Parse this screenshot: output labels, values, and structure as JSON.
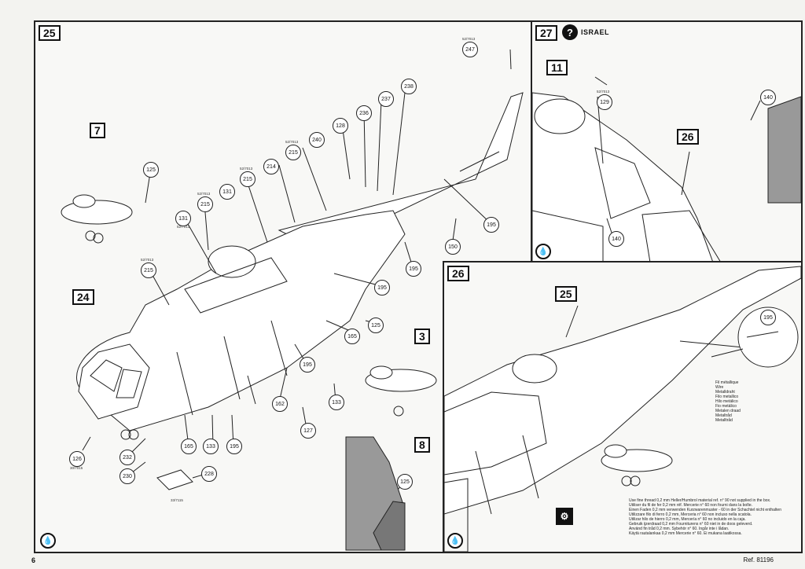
{
  "page": {
    "number": "6",
    "reference": "Ref. 81196"
  },
  "panels": {
    "p25": {
      "label": "25",
      "callouts": [
        "247",
        "238",
        "237",
        "236",
        "128",
        "240",
        "215",
        "214",
        "215",
        "131",
        "215",
        "131",
        "125",
        "215",
        "195",
        "150",
        "195",
        "195",
        "125",
        "165",
        "195",
        "162",
        "127",
        "133",
        "195",
        "133",
        "165",
        "230",
        "232",
        "228",
        "126",
        "125"
      ],
      "ref_labels": [
        "52/7013",
        "52/7013",
        "52/7013",
        "52/7013",
        "52/7013",
        "52/7013"
      ],
      "part_boxes": {
        "left": "7",
        "mid": "24",
        "right1": "3",
        "right2": "8"
      },
      "bottom_codes": [
        "30/7015",
        "33/7115"
      ]
    },
    "p27": {
      "label": "27",
      "subtitle": "ISRAEL",
      "callouts": [
        "129",
        "140",
        "140"
      ],
      "box": "11",
      "box26": "26",
      "ref_labels": [
        "52/7013"
      ]
    },
    "p26": {
      "label": "26",
      "box": "25",
      "callout": "195",
      "wire_labels": [
        "Fil métallique",
        "Wire",
        "Metalldraht",
        "Filo metallico",
        "Hilo metálico",
        "Fio metálico",
        "Metalen draad",
        "Metaltråd",
        "Metalltråd"
      ],
      "instructions": [
        "Use fine thread 0,2 mm Heller/Humbrol material ref. n° 90 not supplied in the box.",
        "Utiliser du fil de fer 0,2 mm réf. Mercerie n° 60 non fourni dans la boîte.",
        "Einen Faden 0,2 mm verwenden Kurzwarenmuster - 60 in der Schachtel nicht enthalten",
        "Utilizzare filo di ferro 0,2 mm, Merceria n° 60 non incluso nella scatola.",
        "Utilizar hilo de hierro 0,2 mm, Mercería n° 60 no incluido en la caja.",
        "Gebruik ijzerdraad 0,2 mm Fourniturens n° 60 niet in de doos geleverd.",
        "Använd fin tråd 0,2 mm. Sybehör n° 60. Ingår inte i lådan.",
        "Käytä rautalankaa 0,2 mm Mercerie n° 60. Ei mukana laatikossa."
      ]
    }
  }
}
